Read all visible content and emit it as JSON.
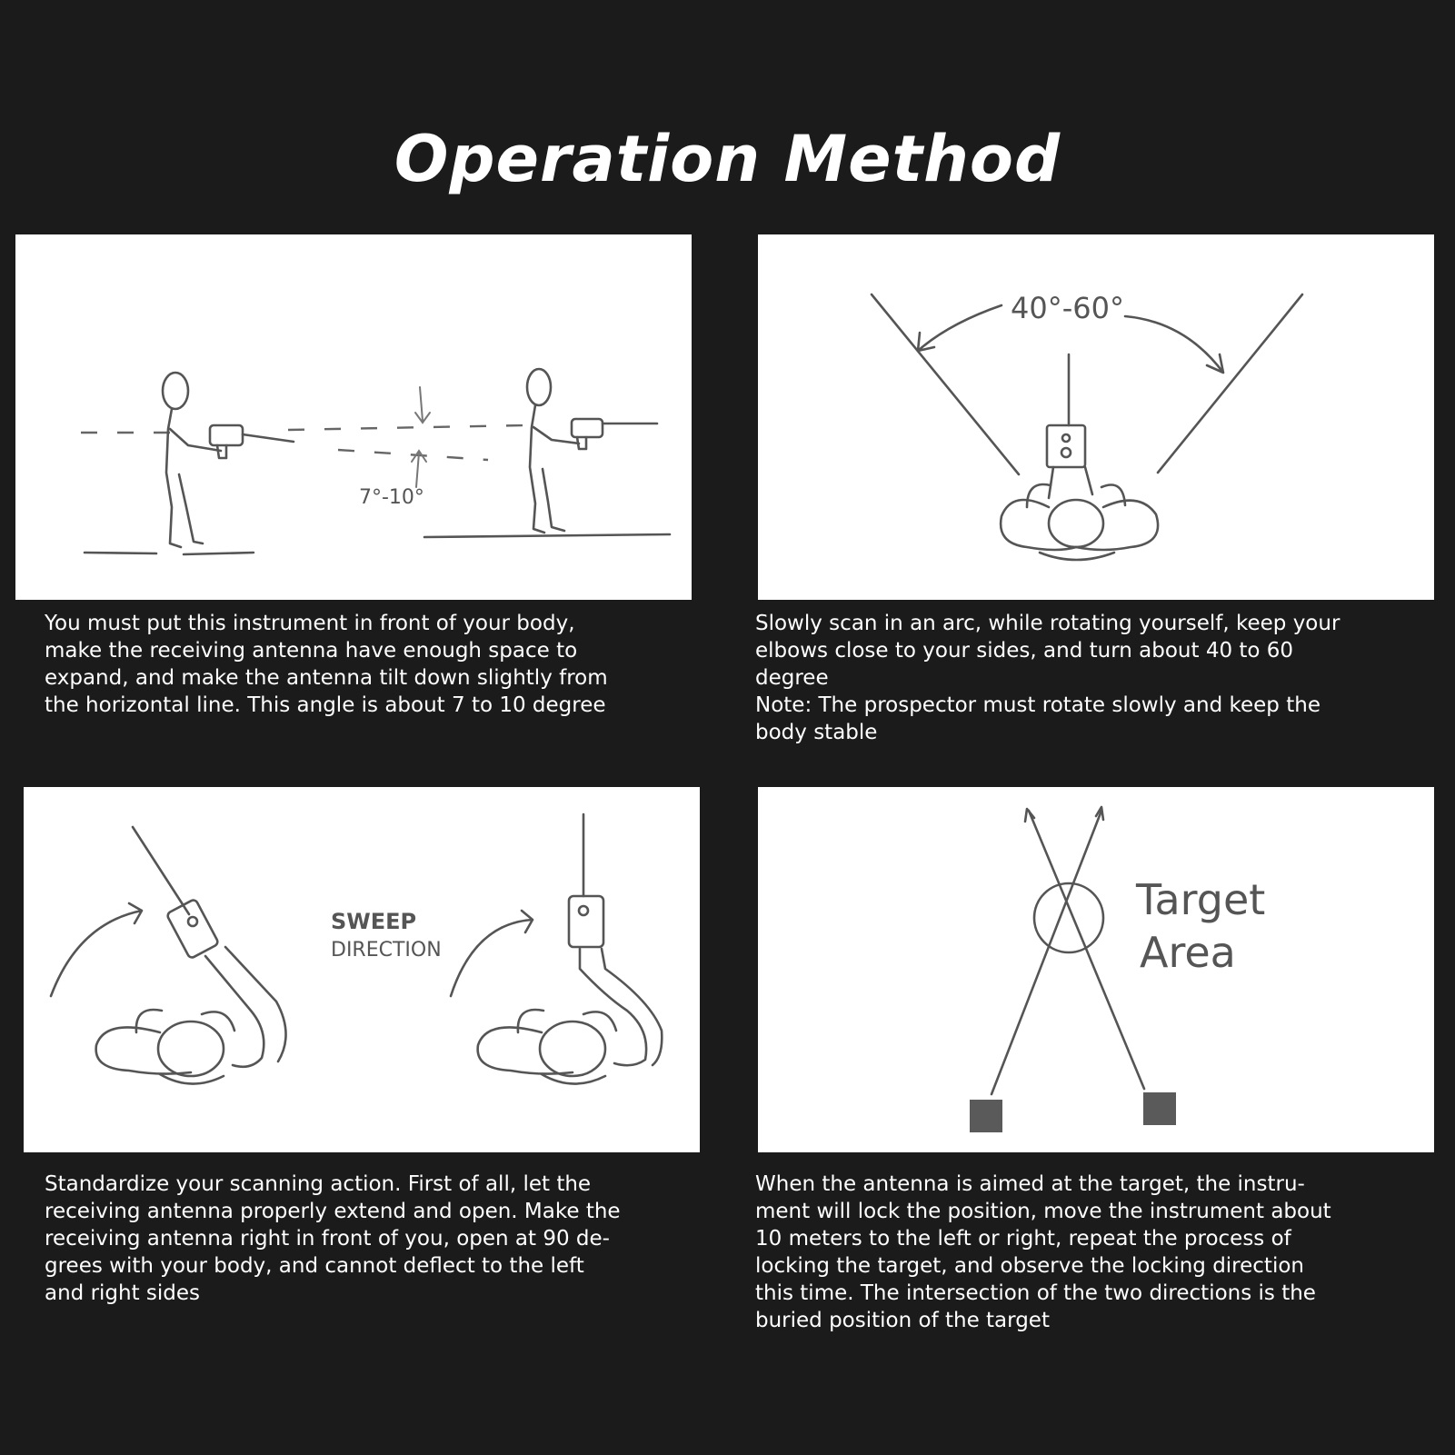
{
  "title": "Operation Method",
  "steps": [
    {
      "caption_lines": [
        "You must put this instrument in front of your body,",
        "make the receiving antenna have enough space to",
        "expand, and make the antenna tilt down slightly from",
        "the horizontal line. This angle is about 7 to 10 degree"
      ],
      "sketch_label": "7°-10°"
    },
    {
      "caption_lines": [
        "Slowly scan in an arc, while rotating yourself, keep your",
        "elbows close to your sides, and turn about 40 to 60",
        "degree",
        "Note: The prospector must rotate slowly and keep the",
        "body stable"
      ],
      "sketch_label": "40°-60°"
    },
    {
      "caption_lines": [
        "Standardize your scanning action. First of all, let the",
        "receiving antenna properly extend and open. Make the",
        "receiving antenna right in front of you, open at 90 de-",
        "grees with your body, and cannot deflect to the left",
        "and right sides"
      ],
      "sketch_label_line1": "SWEEP",
      "sketch_label_line2": "DIRECTION"
    },
    {
      "caption_lines": [
        "When the antenna is aimed at the target, the instru-",
        "ment will lock the position, move the instrument about",
        "10 meters to the left or right, repeat the process of",
        "locking the target, and observe the locking direction",
        "this time. The intersection of the two directions is the",
        "buried position of the target"
      ],
      "sketch_label_line1": "Target",
      "sketch_label_line2": "Area"
    }
  ]
}
